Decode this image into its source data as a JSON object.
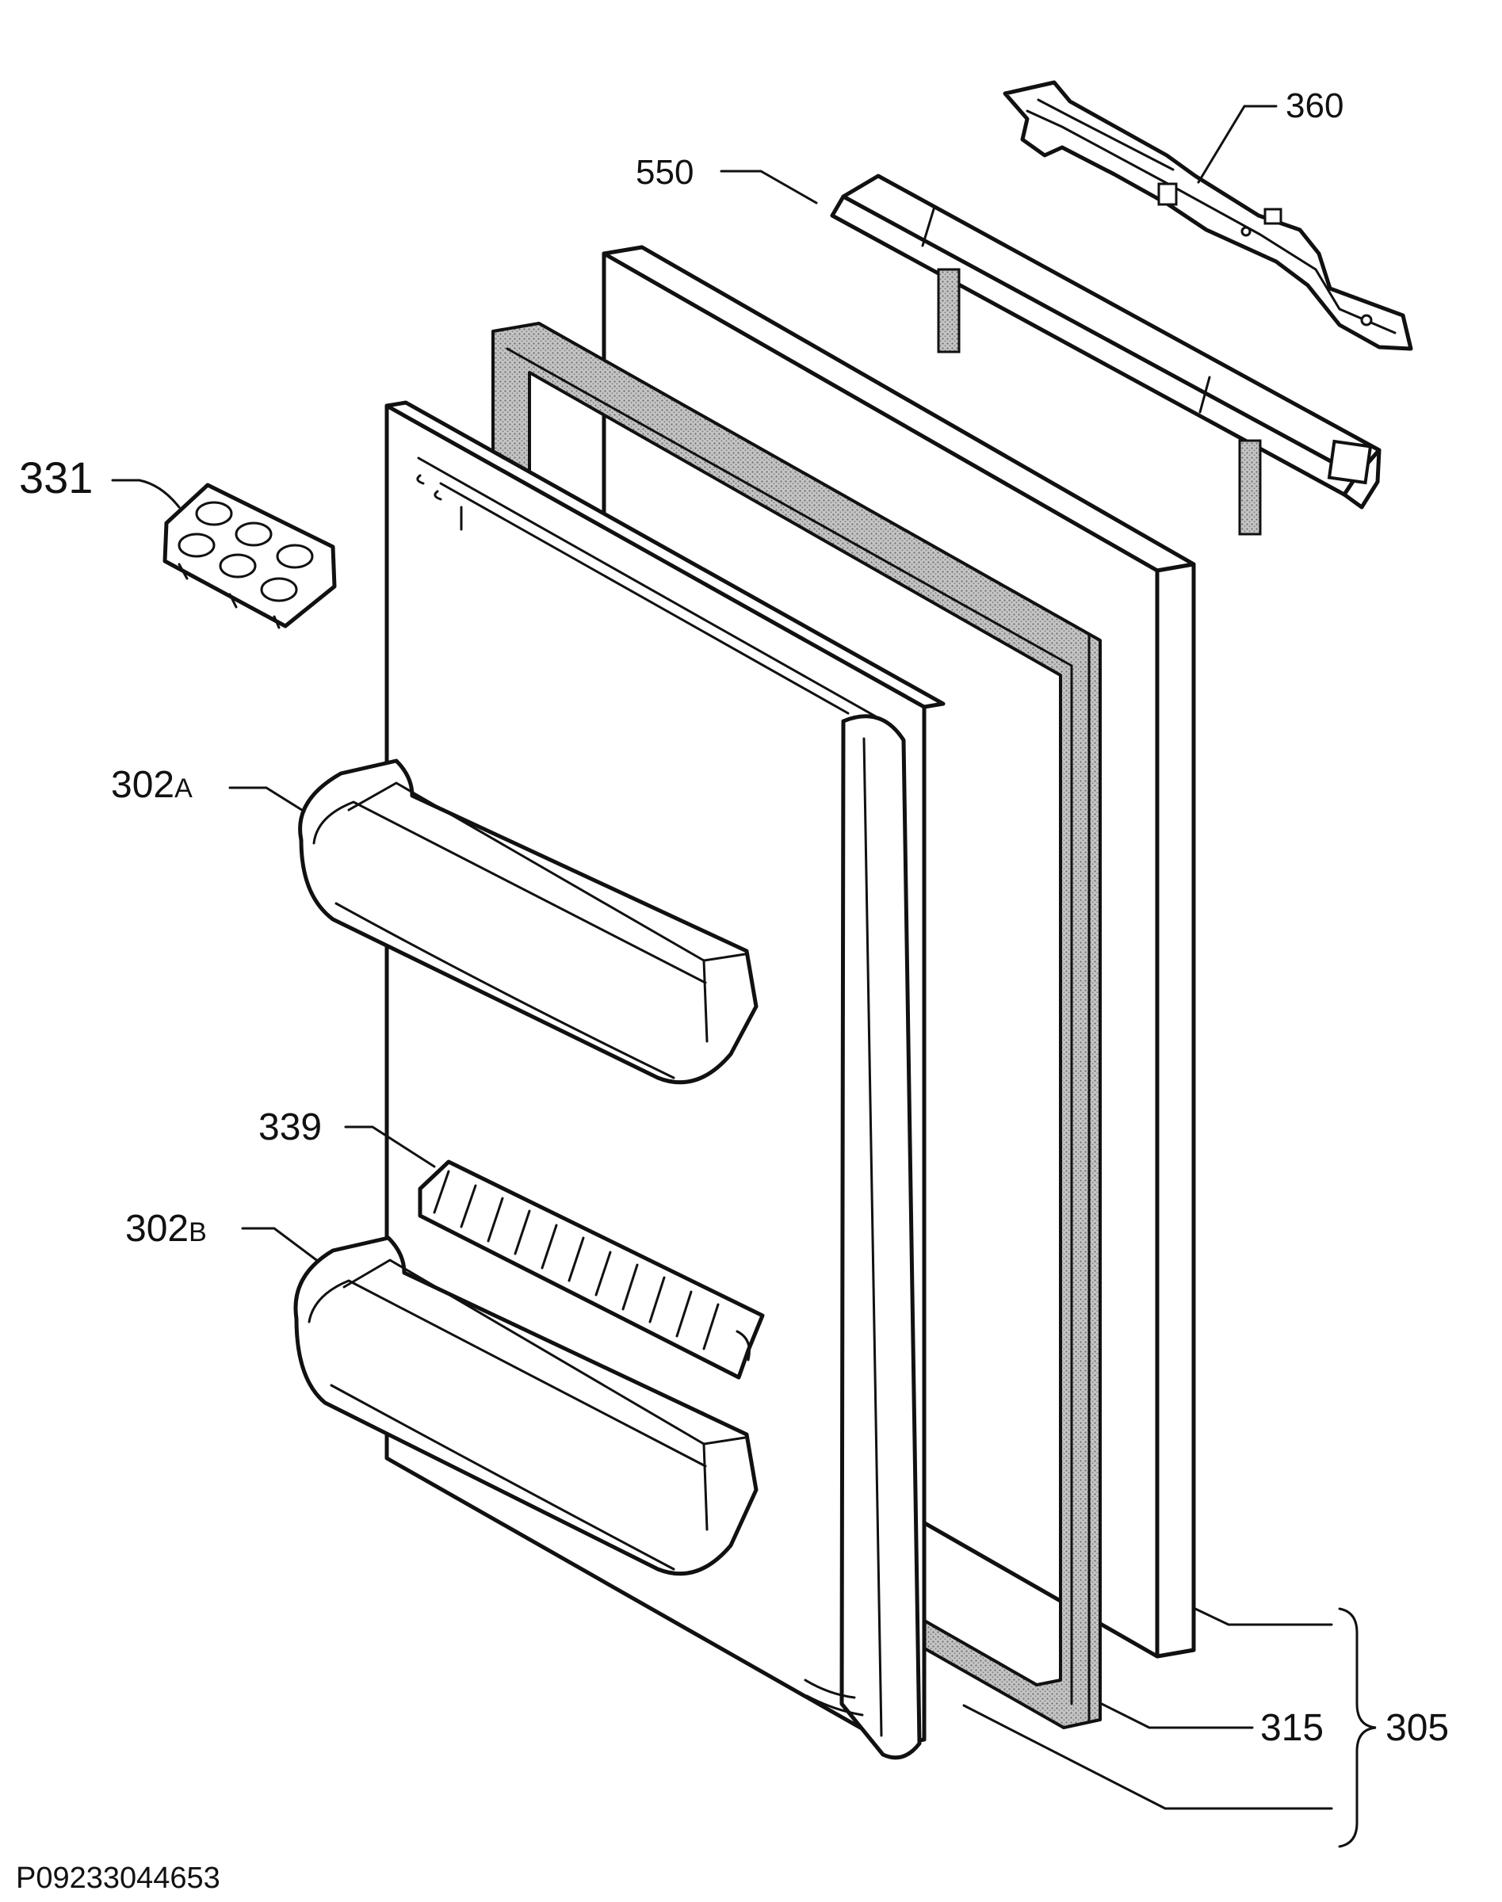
{
  "drawing": {
    "code": "P09233044653"
  },
  "callouts": [
    {
      "id": "360",
      "text": "360"
    },
    {
      "id": "550",
      "text": "550"
    },
    {
      "id": "331",
      "text": "331"
    },
    {
      "id": "302a",
      "text": "302",
      "suffix": "A"
    },
    {
      "id": "339",
      "text": "339"
    },
    {
      "id": "302b",
      "text": "302",
      "suffix": "B"
    },
    {
      "id": "315",
      "text": "315"
    },
    {
      "id": "305",
      "text": "305"
    }
  ],
  "colors": {
    "line": "#111111",
    "background": "#ffffff",
    "gasket": "#9a9a9a"
  }
}
